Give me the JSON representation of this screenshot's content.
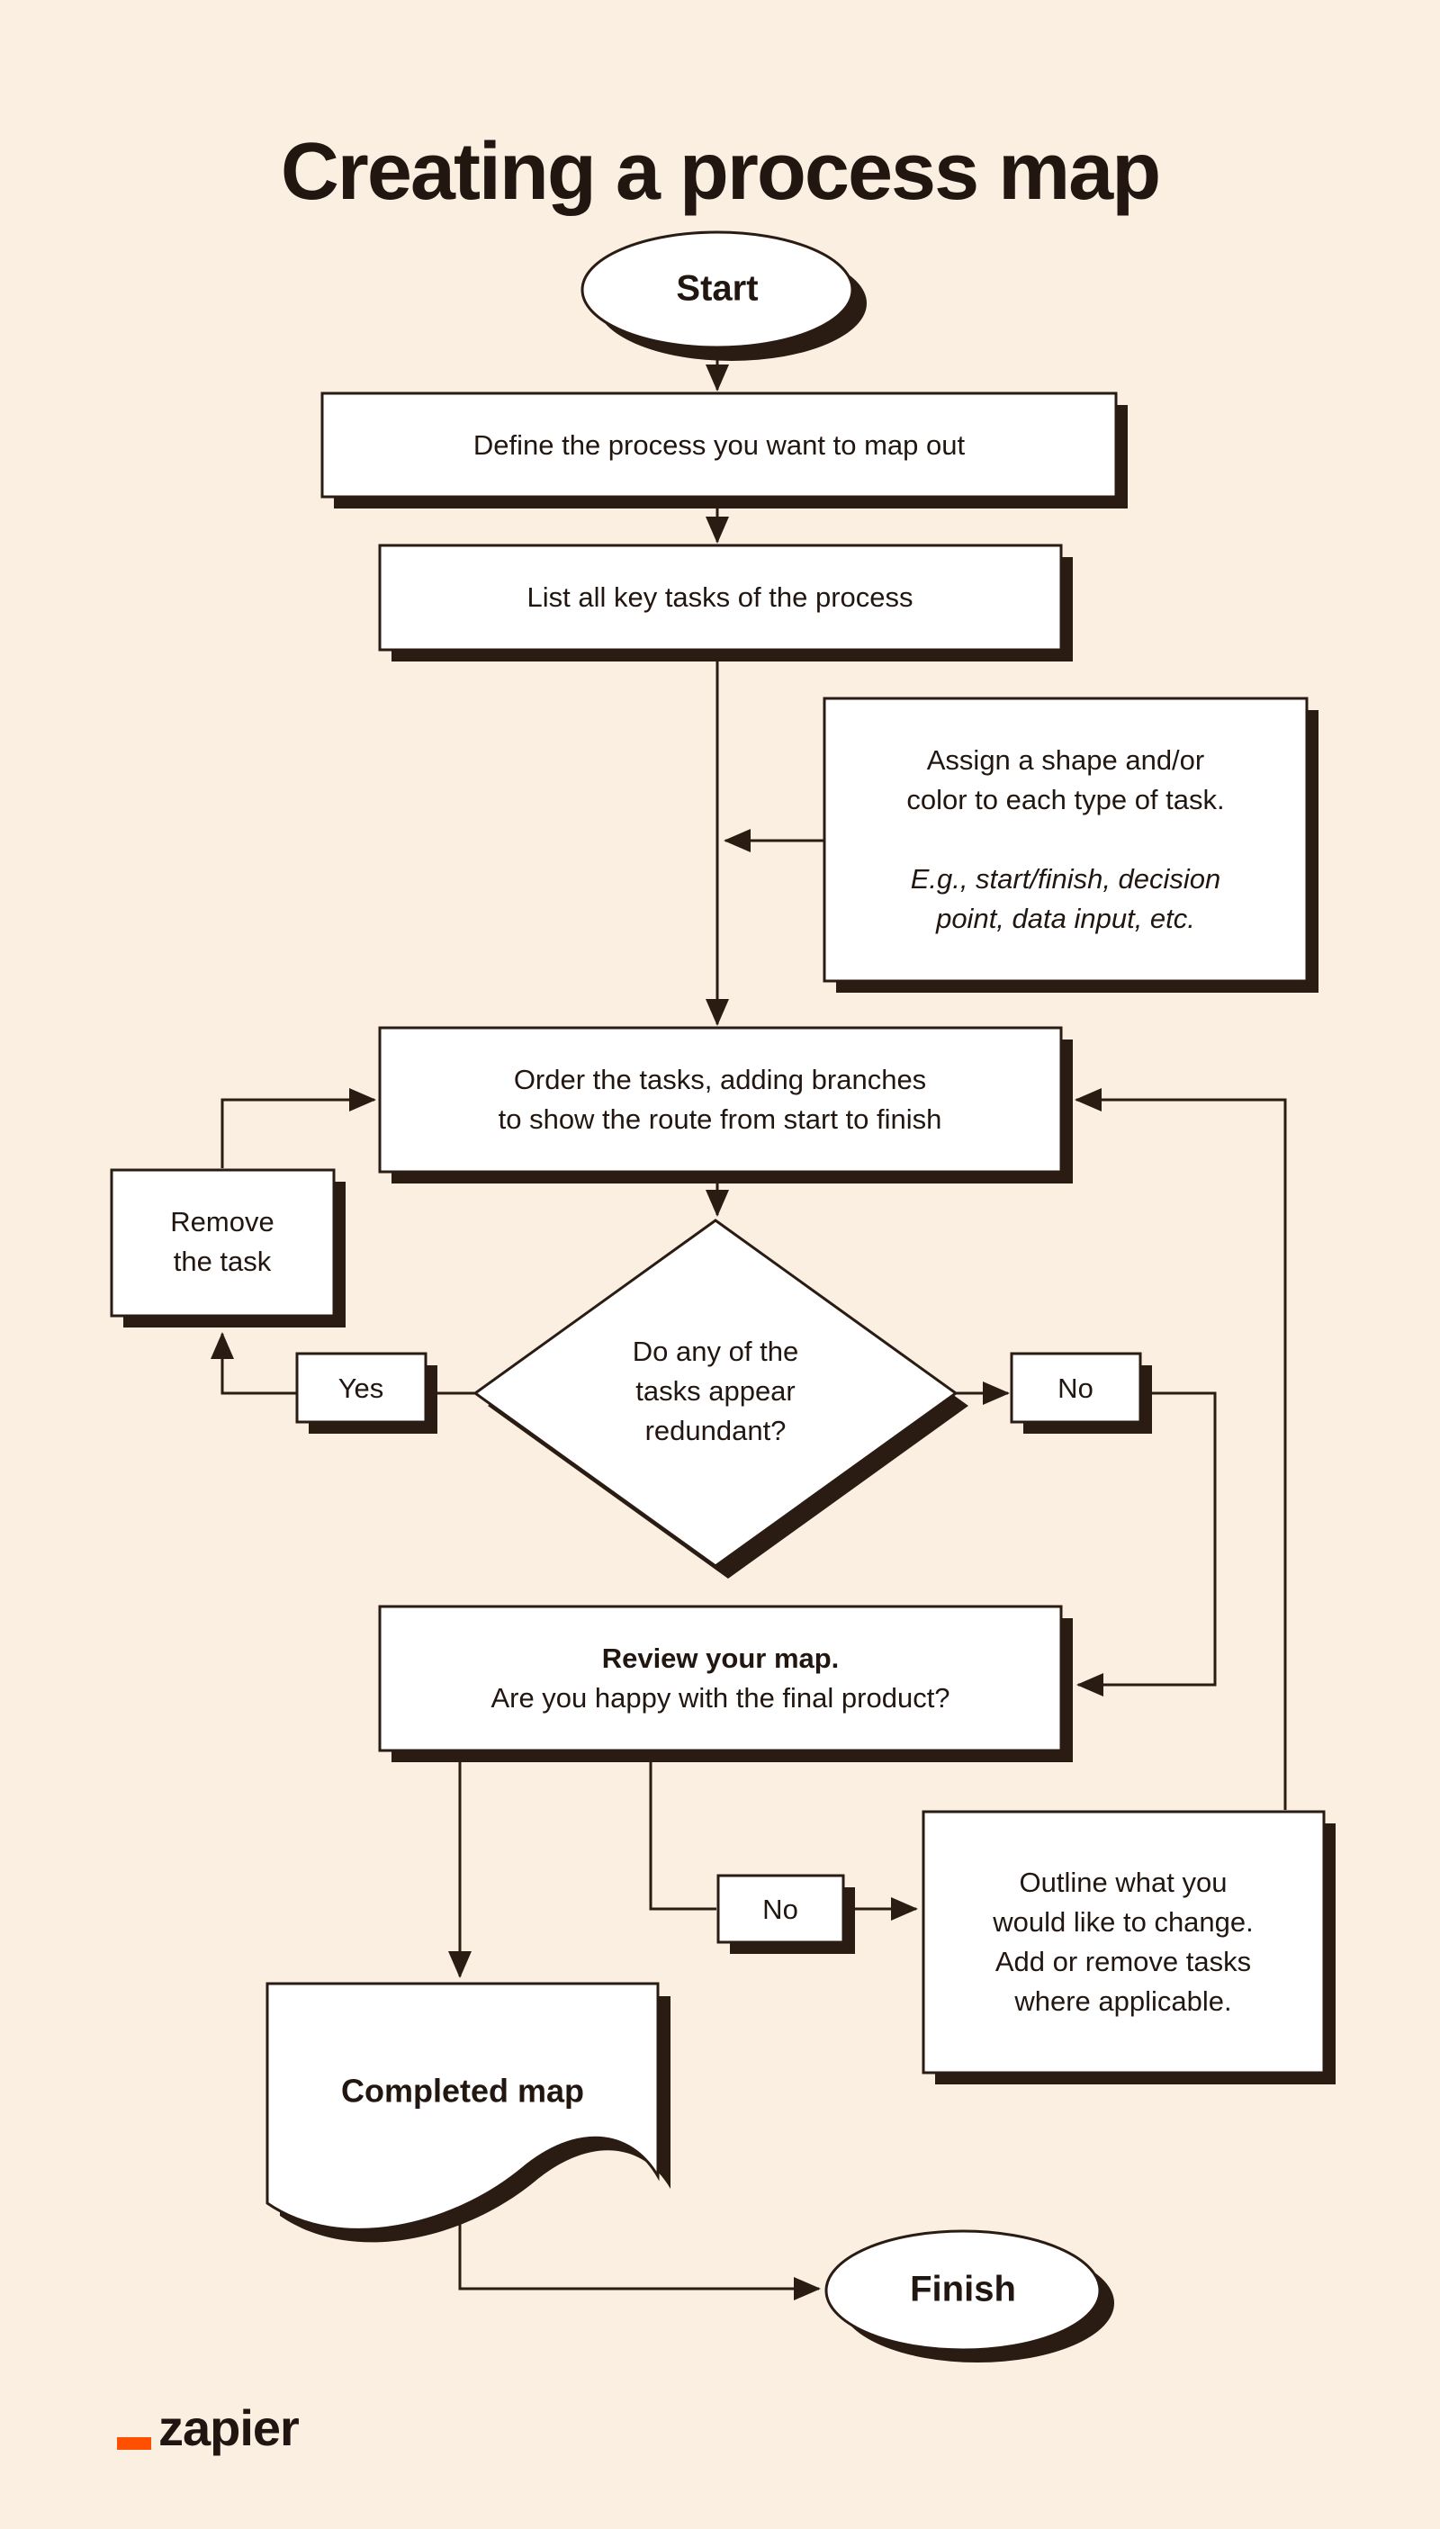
{
  "title": "Creating a process map",
  "colors": {
    "background": "#FBEFE2",
    "ink": "#2A1B13",
    "orange": "#F8B369",
    "white": "#FFFFFF",
    "green": "#EFFBD9",
    "teal": "#CBE4DE",
    "purple": "#BDB2F4",
    "brand_orange": "#FF4F00"
  },
  "flow": {
    "start": "Start",
    "define": "Define the process you want to map out",
    "list": "List all key tasks of the process",
    "assign_main": "Assign a shape and/or\ncolor to each type of task.",
    "assign_example": "E.g., start/finish, decision\npoint, data input, etc.",
    "order": "Order the tasks, adding branches\nto show the route from start to finish",
    "decision": "Do any of the\ntasks appear\nredundant?",
    "remove": "Remove\nthe task",
    "yes": "Yes",
    "no_right": "No",
    "review_heading": "Review your map.",
    "review_question": "Are you happy with the final product?",
    "no_bottom": "No",
    "outline": "Outline what you\nwould like to change.\nAdd or remove tasks\nwhere applicable.",
    "completed": "Completed map",
    "finish": "Finish"
  },
  "footer": {
    "brand": "zapier"
  }
}
